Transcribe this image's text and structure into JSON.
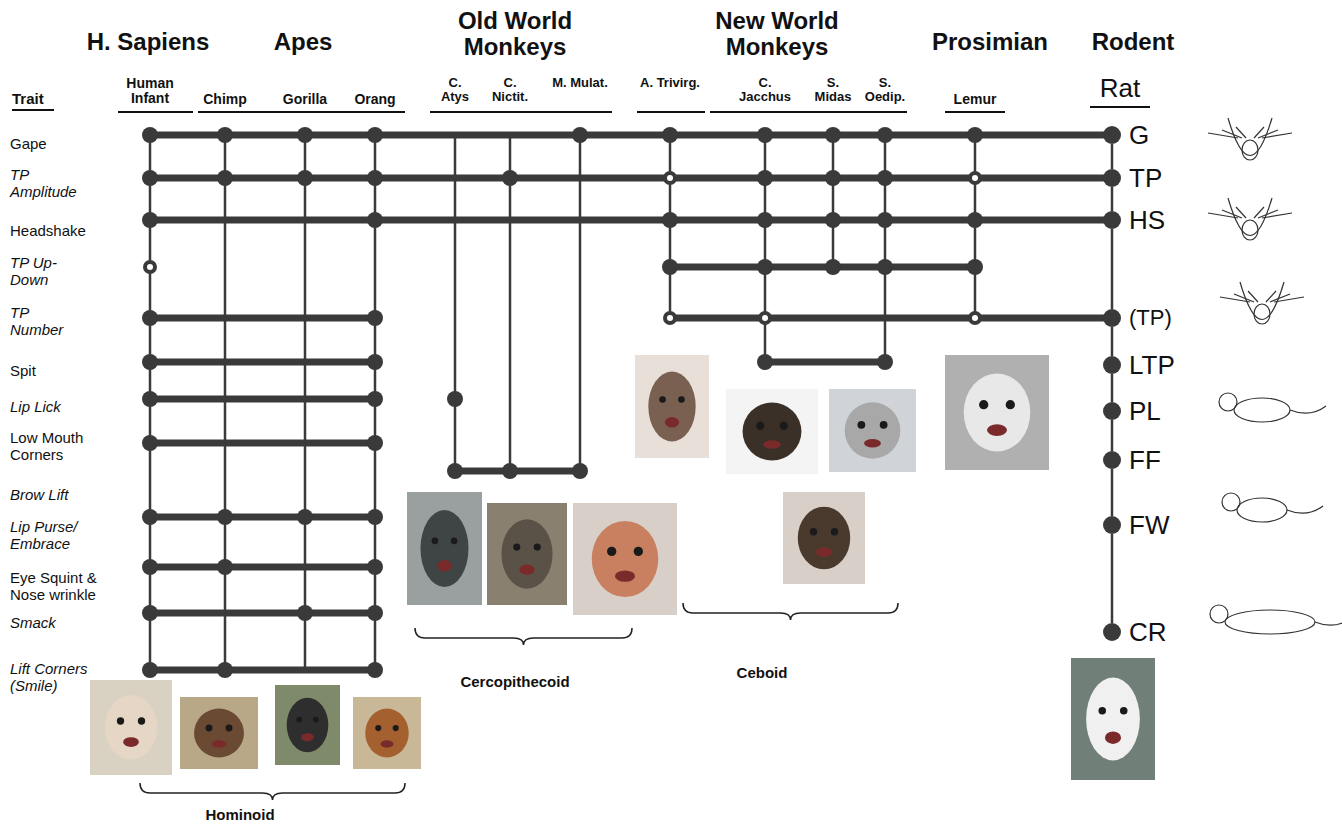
{
  "diagram": {
    "nodes": [
      {
        "text": [
          "G"
        ]
      },
      {
        "text": [
          "TP"
        ]
      },
      {
        "text": [
          "HS"
        ]
      },
      {
        "text": [
          "(TP)"
        ]
      },
      {
        "text": [
          "LTP"
        ]
      },
      {
        "text": [
          "PL"
        ]
      },
      {
        "text": [
          "FF"
        ]
      },
      {
        "text": [
          "FW"
        ]
      },
      {
        "text": [
          "CR"
        ]
      }
    ],
    "edges": [
      {
        "from": 0,
        "to": 1,
        "arrow": "none"
      },
      {
        "from": 1,
        "to": 2,
        "arrow": "none"
      },
      {
        "from": 2,
        "to": 3,
        "arrow": "none"
      },
      {
        "from": 3,
        "to": 4,
        "arrow": "none"
      },
      {
        "from": 4,
        "to": 5,
        "arrow": "none"
      },
      {
        "from": 5,
        "to": 6,
        "arrow": "none"
      },
      {
        "from": 6,
        "to": 7,
        "arrow": "none"
      },
      {
        "from": 7,
        "to": 8,
        "arrow": "none"
      }
    ],
    "labels": [
      "H. Sapiens",
      "Apes",
      "Old World Monkeys",
      "New World Monkeys",
      "Prosimian",
      "Rodent",
      "Trait",
      "Human Infant",
      "Chimp",
      "Gorilla",
      "Orang",
      "C. Atys",
      "C. Nictit.",
      "M. Mulat.",
      "A. Trivirg.",
      "C. Jacchus",
      "S. Midas",
      "S. Oedip.",
      "Lemur",
      "Rat",
      "Gape",
      "TP Amplitude",
      "Headshake",
      "TP Up-Down",
      "TP Number",
      "Spit",
      "Lip Lick",
      "Low Mouth Corners",
      "Brow Lift",
      "Lip Purse/ Embrace",
      "Eye Squint & Nose wrinkle",
      "Smack",
      "Lift Corners (Smile)",
      "Cercopithecoid",
      "Ceboid",
      "Hominoid"
    ]
  }
}
